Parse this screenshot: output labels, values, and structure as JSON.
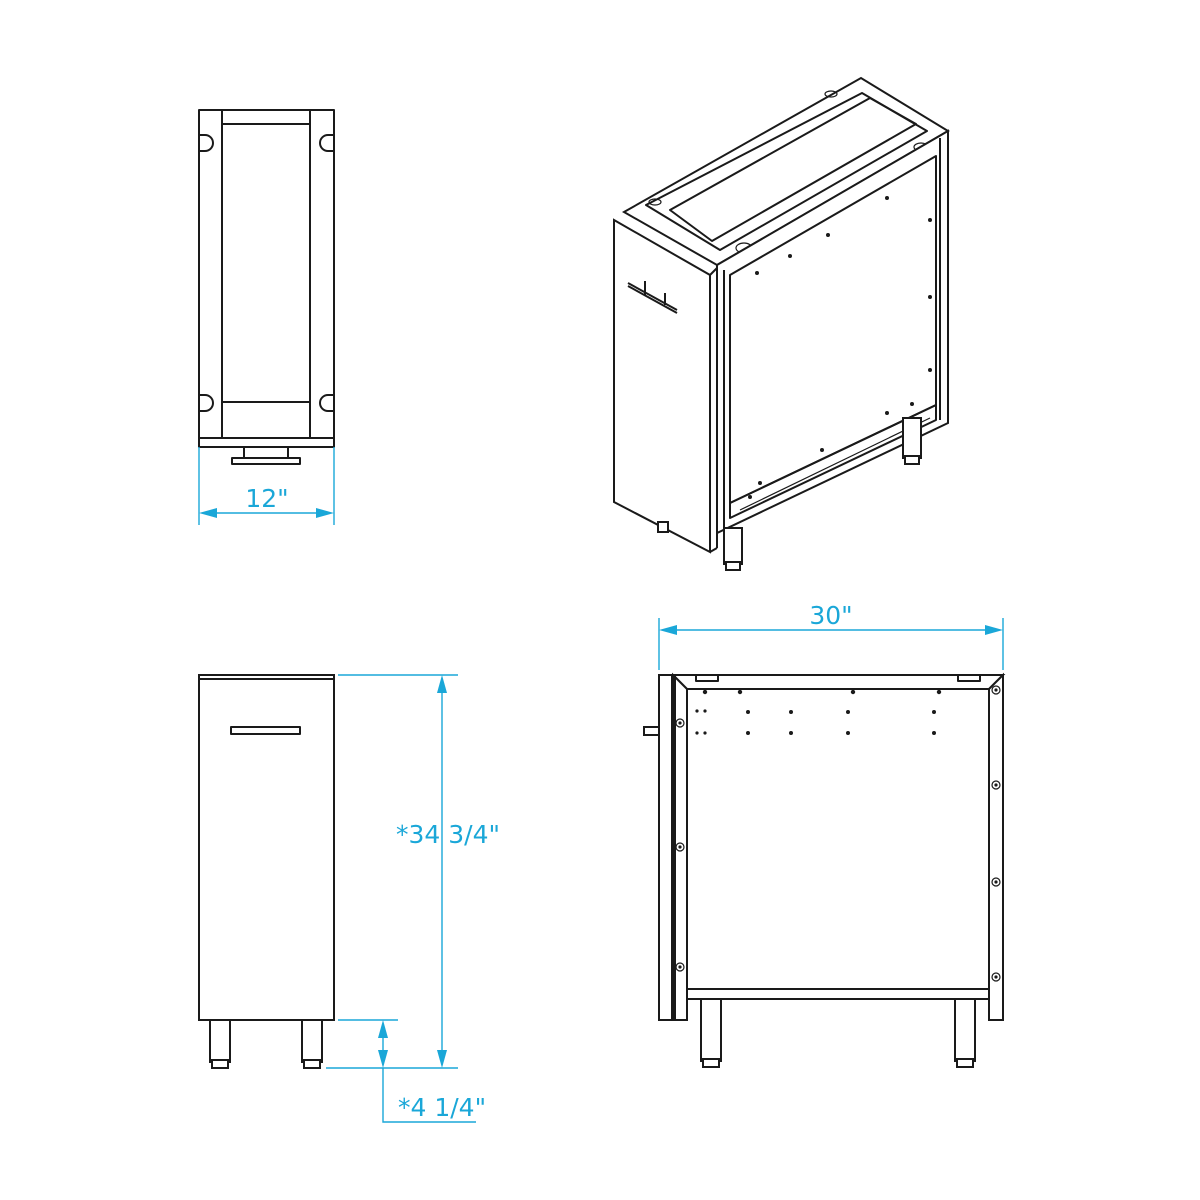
{
  "colors": {
    "dimension": "#1aa7d8",
    "line": "#1a1a1a",
    "background": "#ffffff"
  },
  "dimensions": {
    "depth": "12\"",
    "width": "30\"",
    "height": "*34 3/4\"",
    "leg_height": "*4 1/4\""
  }
}
